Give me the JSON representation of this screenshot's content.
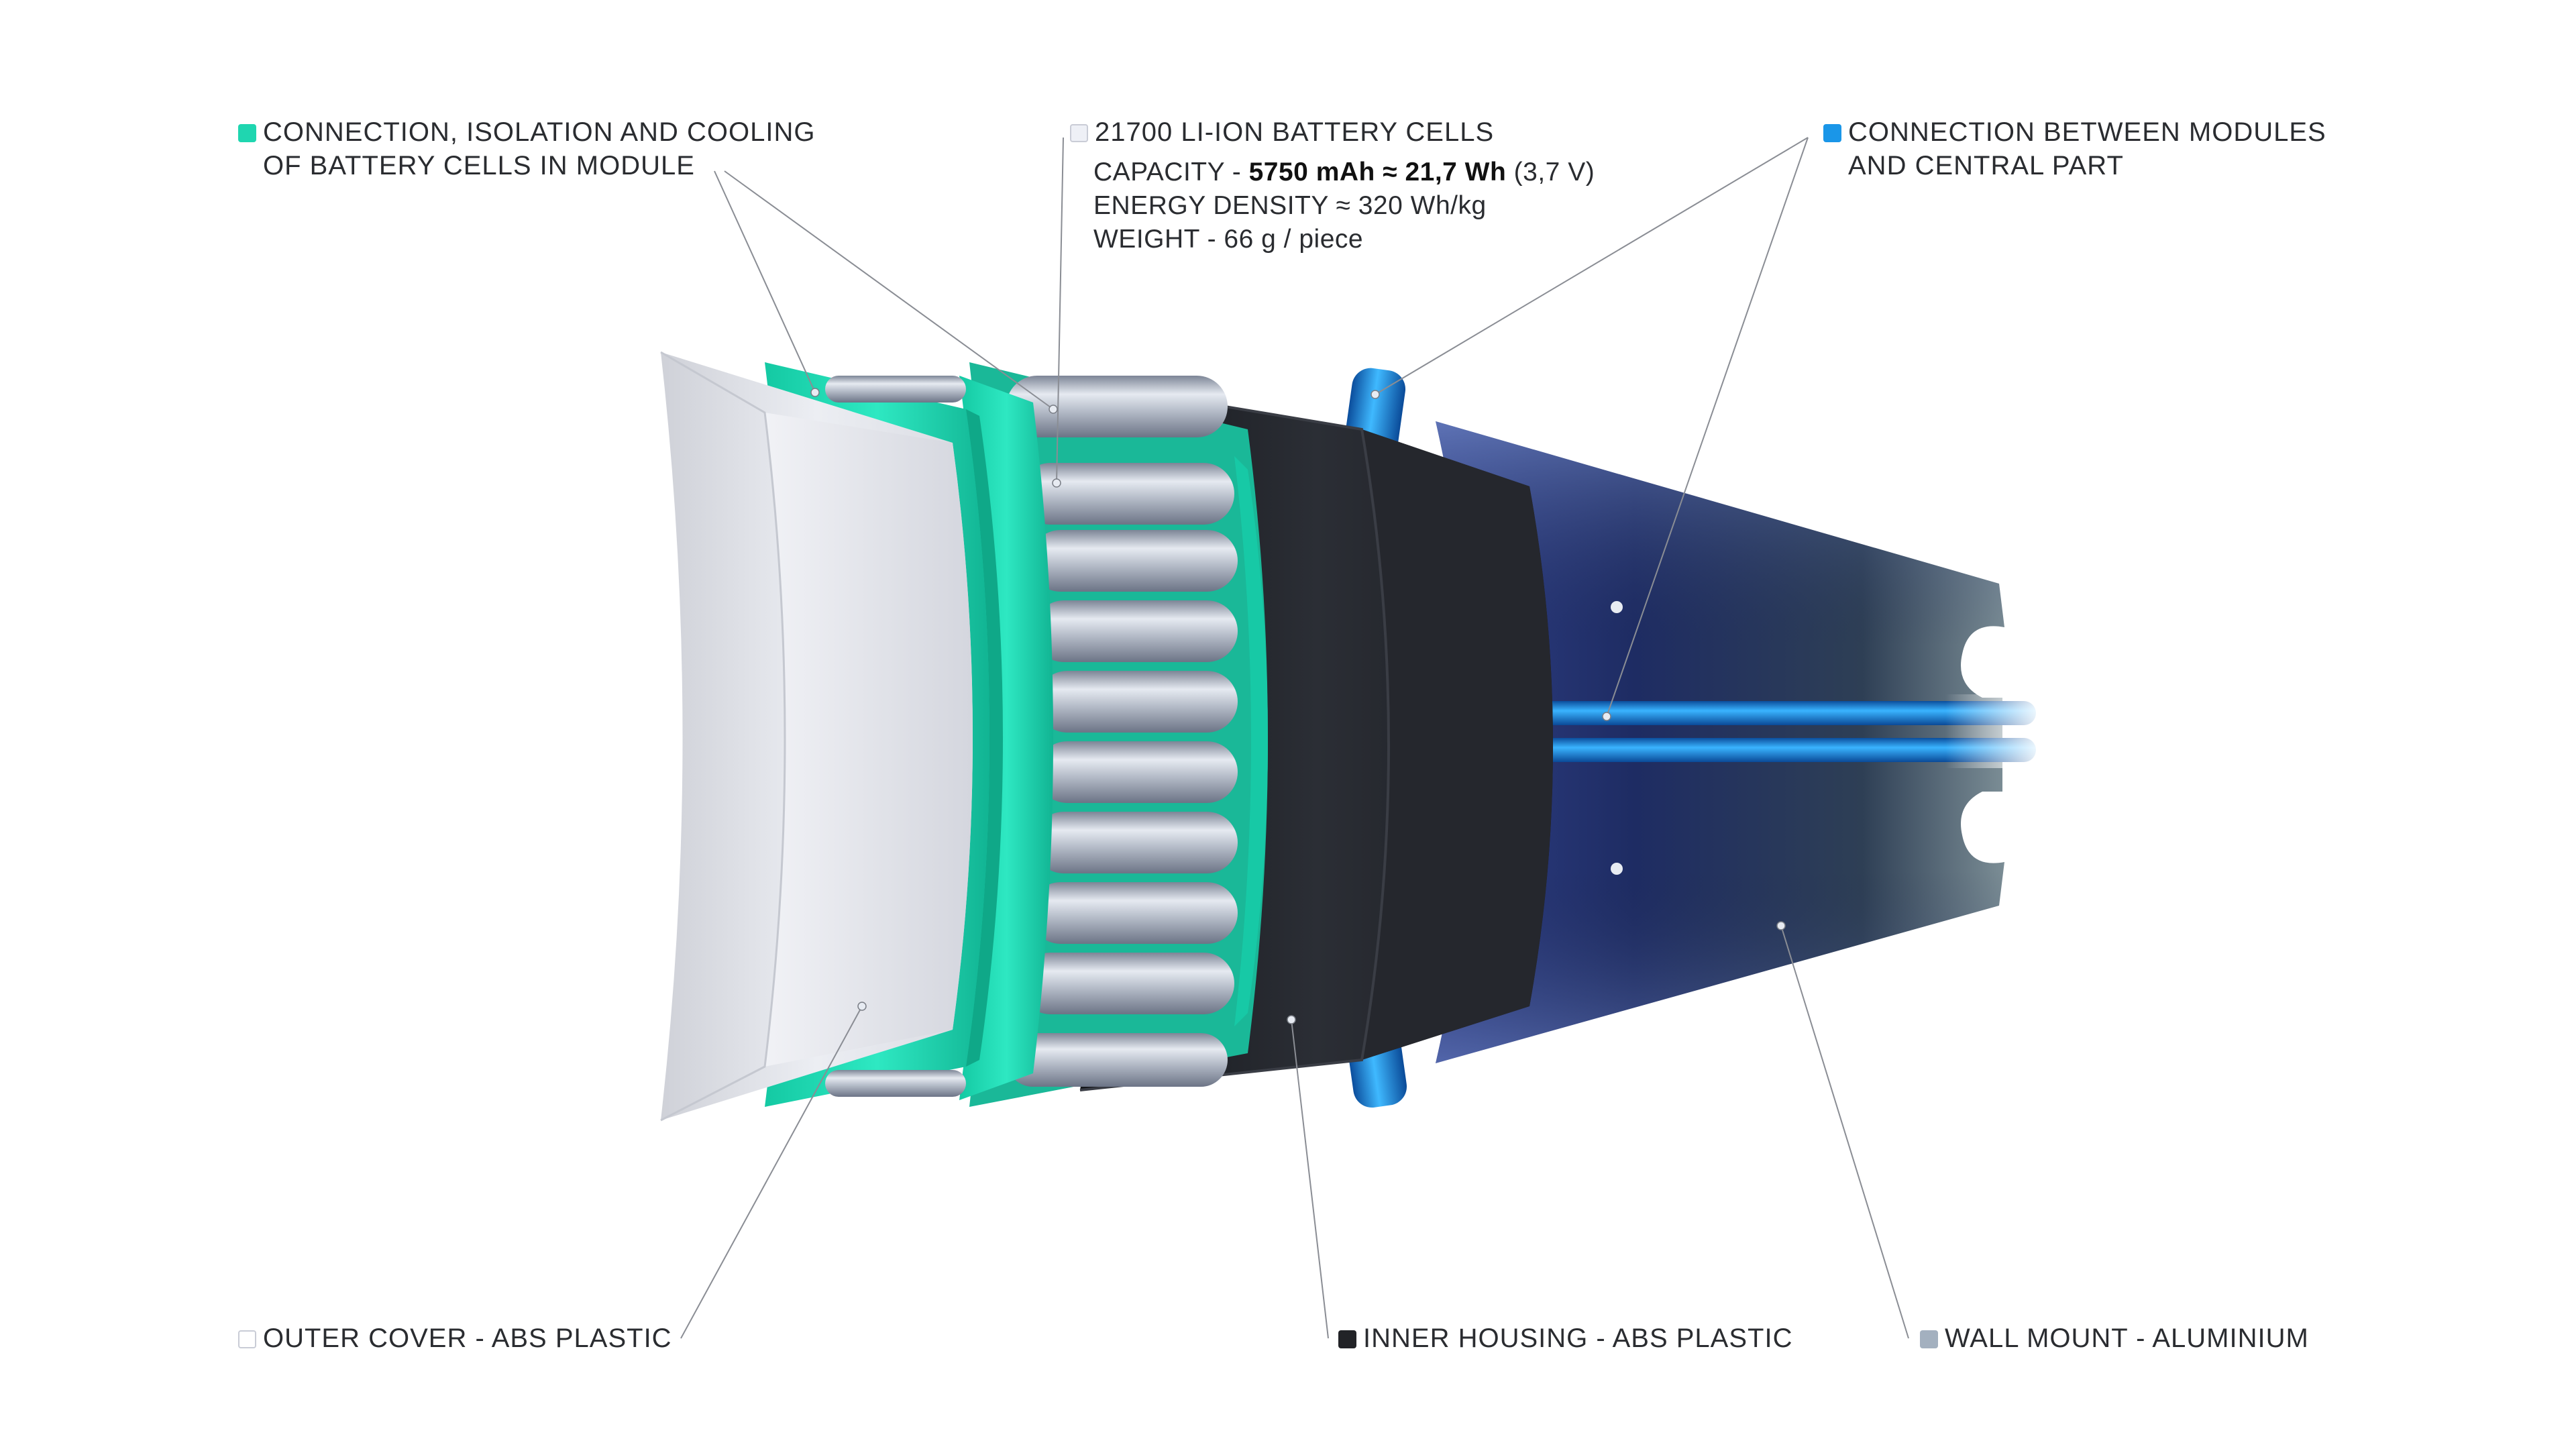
{
  "labels": {
    "connection_isolation": {
      "line1": "CONNECTION, ISOLATION AND COOLING",
      "line2": "OF BATTERY CELLS IN MODULE",
      "color": "#1fd6b0"
    },
    "battery_cells": {
      "line1": "21700 LI-ION BATTERY CELLS",
      "color": "#eef0f6"
    },
    "connection_modules": {
      "line1": "CONNECTION BETWEEN MODULES",
      "line2": "AND CENTRAL PART",
      "color": "#1a96e8"
    },
    "outer_cover": {
      "line1": "OUTER COVER - ABS PLASTIC",
      "color": "#ffffff"
    },
    "inner_housing": {
      "line1": "INNER HOUSING - ABS PLASTIC",
      "color": "#222327"
    },
    "wall_mount": {
      "line1": "WALL MOUNT - ALUMINIUM",
      "color": "#a3b0bf"
    }
  },
  "specs": {
    "capacity_label": "CAPACITY - ",
    "capacity_value": "5750 mAh ≈ 21,7 Wh",
    "capacity_voltage": " (3,7 V)",
    "energy_density": "ENERGY DENSITY ≈ 320 Wh/kg",
    "weight": "WEIGHT - 66 g / piece"
  }
}
